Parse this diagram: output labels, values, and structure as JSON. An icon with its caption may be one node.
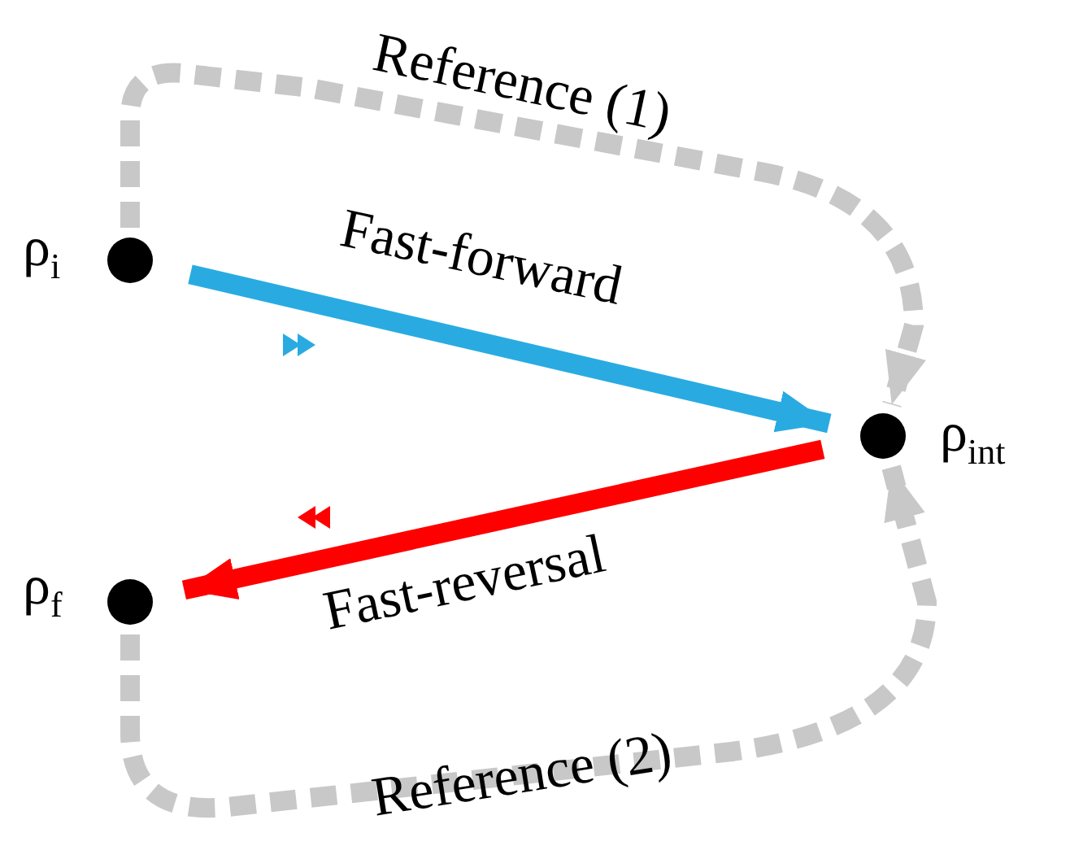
{
  "diagram": {
    "nodes": [
      {
        "text": [],
        "shape": "circle",
        "beside": [
          "ρ$_{i}$"
        ]
      },
      {
        "text": [],
        "shape": "circle",
        "beside": [
          "ρ$_{int}$"
        ]
      },
      {
        "text": [],
        "shape": "circle",
        "beside": [
          "ρ$_{f}$"
        ]
      }
    ],
    "edges": [
      {
        "from": 0,
        "to": 1,
        "arrow": "to",
        "label": "Fast-forward",
        "color": "#29abe2"
      },
      {
        "from": 1,
        "to": 2,
        "arrow": "to",
        "label": "Fast-reversal",
        "color": "#ff0000"
      },
      {
        "from": 0,
        "to": 1,
        "arrow": "to",
        "label": "Reference (1)",
        "style": "dashed"
      },
      {
        "from": 2,
        "to": 1,
        "arrow": "to",
        "label": "Reference (2)",
        "style": "dashed"
      }
    ]
  }
}
